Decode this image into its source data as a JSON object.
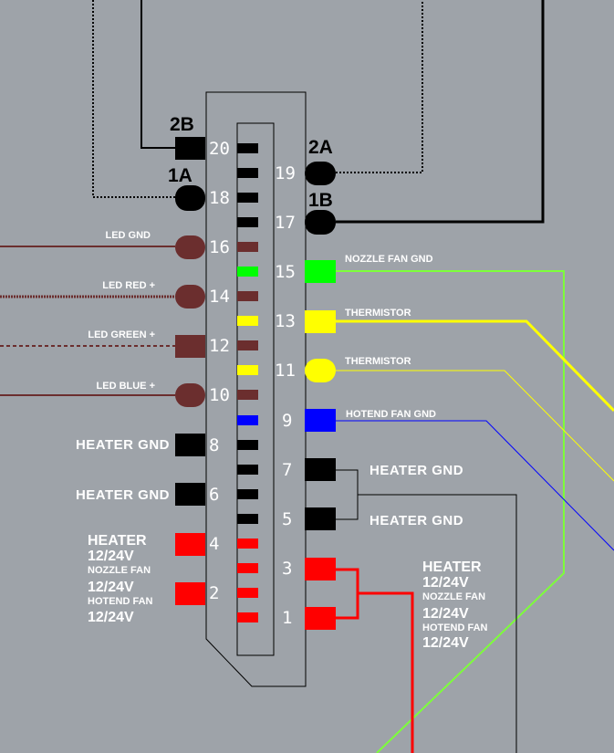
{
  "colors": {
    "background": "#9ea3a9",
    "black": "#000000",
    "led": "#6b2e2e",
    "green": "#00ff00",
    "yellow": "#ffff00",
    "blue": "#0000ff",
    "red": "#ff0000",
    "white": "#ffffff"
  },
  "pins": [
    "20",
    "19",
    "18",
    "17",
    "16",
    "15",
    "14",
    "13",
    "12",
    "11",
    "10",
    "9",
    "8",
    "7",
    "6",
    "5",
    "4",
    "3",
    "2",
    "1"
  ],
  "stepper_tags": {
    "a2b": "2B",
    "a2a": "2A",
    "a1a": "1A",
    "a1b": "1B"
  },
  "left_labels": {
    "led_gnd": "LED GND",
    "led_red": "LED RED +",
    "led_green": "LED GREEN +",
    "led_blue": "LED BLUE +",
    "heater_gnd_8": "HEATER GND",
    "heater_gnd_6": "HEATER GND",
    "heater": "HEATER",
    "heater_v": "12/24V",
    "nozzle_fan": "NOZZLE FAN",
    "nozzle_fan_v": "12/24V",
    "hotend_fan": "HOTEND FAN",
    "hotend_fan_v": "12/24V"
  },
  "right_labels": {
    "nozzle_fan_gnd": "NOZZLE FAN GND",
    "thermistor_13": "THERMISTOR",
    "thermistor_11": "THERMISTOR",
    "hotend_fan_gnd": "HOTEND FAN GND",
    "heater_gnd_7": "HEATER GND",
    "heater_gnd_5": "HEATER GND",
    "heater": "HEATER",
    "heater_v": "12/24V",
    "nozzle_fan": "NOZZLE FAN",
    "nozzle_fan_v": "12/24V",
    "hotend_fan": "HOTEND FAN",
    "hotend_fan_v": "12/24V"
  }
}
